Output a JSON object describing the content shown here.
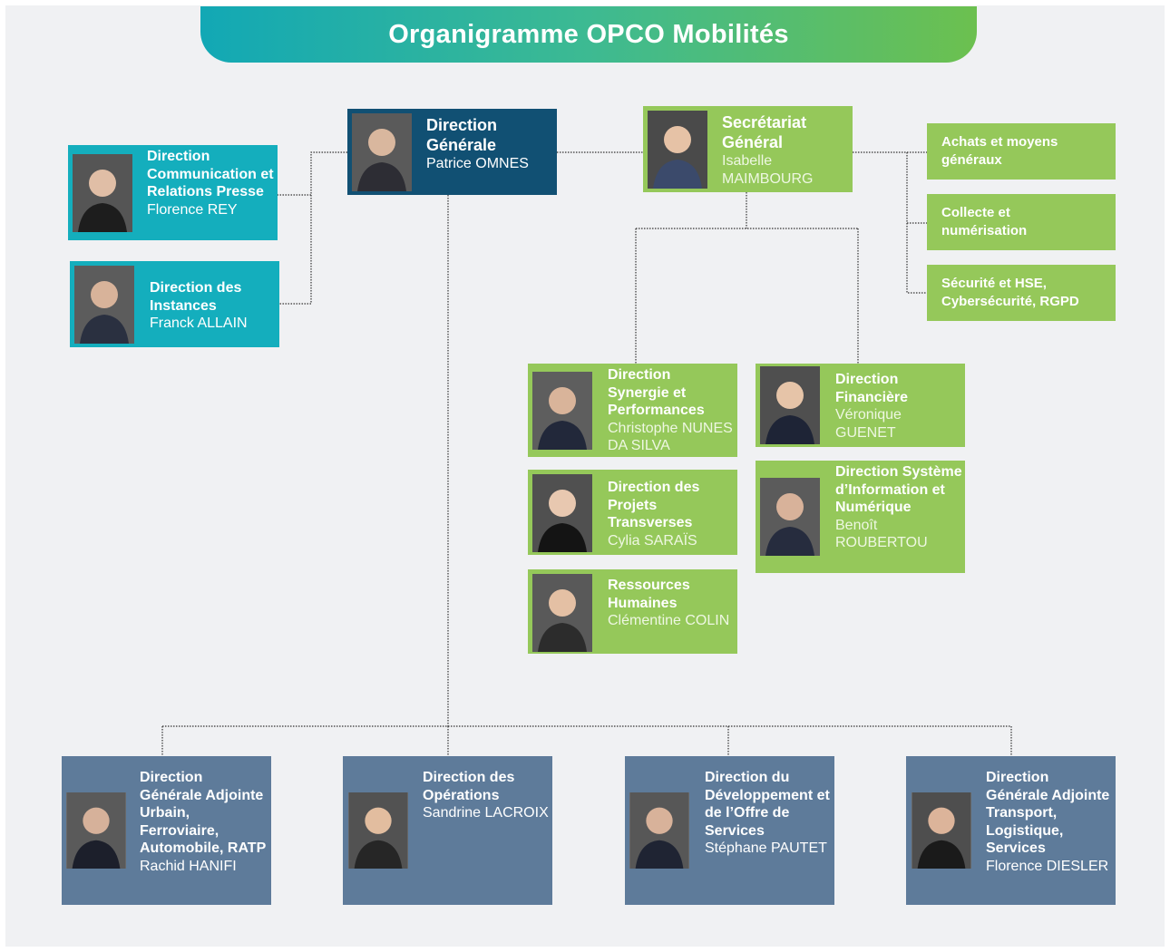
{
  "title": "Organigramme OPCO Mobilités",
  "colors": {
    "teal": "#14aebd",
    "navy": "#115073",
    "green": "#95c85a",
    "slate": "#5e7b9a"
  },
  "dg": {
    "title": "Direction Générale",
    "name": "Patrice OMNES"
  },
  "sg": {
    "title": "Secrétariat Général",
    "name": "Isabelle MAIMBOURG"
  },
  "comm": {
    "title": "Direction Communication et Relations Presse",
    "name": "Florence REY"
  },
  "instances": {
    "title": "Direction des Instances",
    "name": "Franck ALLAIN"
  },
  "sg_services": [
    {
      "title": "Achats et moyens généraux"
    },
    {
      "title": "Collecte et numérisation"
    },
    {
      "title": "Sécurité et HSE, Cybersécurité, RGPD"
    }
  ],
  "synergie": {
    "title": "Direction Synergie et Performances",
    "name": "Christophe NUNES DA SILVA"
  },
  "projets": {
    "title": "Direction des Projets Transverses",
    "name": "Cylia SARAÏS"
  },
  "rh": {
    "title": "Ressources Humaines",
    "name": "Clémentine COLIN"
  },
  "financiere": {
    "title": "Direction Financière",
    "name": "Véronique GUENET"
  },
  "si": {
    "title": "Direction Système d’Information et Numérique",
    "name": "Benoît ROUBERTOU"
  },
  "dga_urbain": {
    "title": "Direction Générale Adjointe Urbain, Ferroviaire, Automobile, RATP",
    "name": "Rachid HANIFI"
  },
  "operations": {
    "title": "Direction des Opérations",
    "name": "Sandrine LACROIX"
  },
  "developpement": {
    "title": "Direction du Développement et de l’Offre de Services",
    "name": "Stéphane PAUTET"
  },
  "dga_transport": {
    "title": "Direction Générale Adjointe Transport, Logistique, Services",
    "name": "Florence DIESLER"
  }
}
